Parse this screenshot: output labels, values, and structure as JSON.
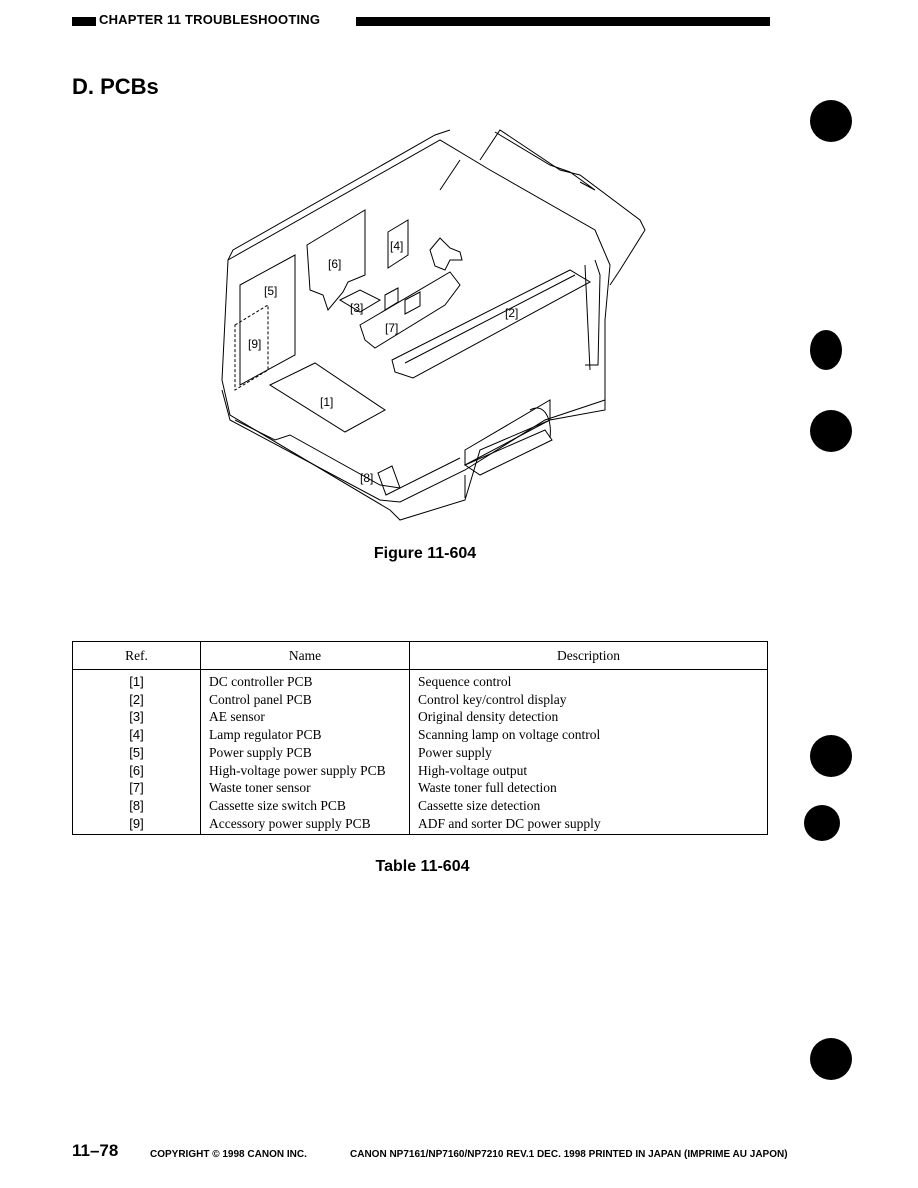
{
  "header": {
    "title": "CHAPTER 11  TROUBLESHOOTING"
  },
  "section": {
    "title": "D. PCBs"
  },
  "figure": {
    "caption": "Figure 11-604",
    "labels": [
      "[1]",
      "[2]",
      "[3]",
      "[4]",
      "[5]",
      "[6]",
      "[7]",
      "[8]",
      "[9]"
    ]
  },
  "table": {
    "caption": "Table 11-604",
    "headers": [
      "Ref.",
      "Name",
      "Description"
    ],
    "rows": [
      [
        "[1]",
        "DC controller PCB",
        "Sequence control"
      ],
      [
        "[2]",
        "Control panel PCB",
        "Control key/control display"
      ],
      [
        "[3]",
        "AE sensor",
        "Original density detection"
      ],
      [
        "[4]",
        "Lamp regulator PCB",
        "Scanning lamp on voltage control"
      ],
      [
        "[5]",
        "Power supply PCB",
        "Power supply"
      ],
      [
        "[6]",
        "High-voltage power supply PCB",
        "High-voltage output"
      ],
      [
        "[7]",
        "Waste toner sensor",
        "Waste toner full detection"
      ],
      [
        "[8]",
        "Cassette size switch PCB",
        "Cassette size detection"
      ],
      [
        "[9]",
        "Accessory power supply PCB",
        "ADF and sorter DC power supply"
      ]
    ]
  },
  "footer": {
    "page_number": "11–78",
    "copyright": "COPYRIGHT © 1998 CANON INC.",
    "right_text": "CANON NP7161/NP7160/NP7210 REV.1 DEC. 1998 PRINTED IN JAPAN (IMPRIME AU JAPON)"
  }
}
